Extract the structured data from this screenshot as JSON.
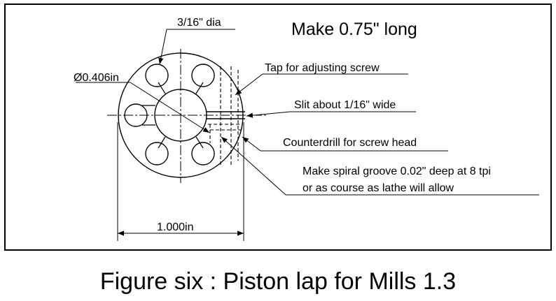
{
  "drawing": {
    "header_note": "Make 0.75\" long",
    "hole_diameter_label": "3/16\" dia",
    "bore_diameter_label": "Ø0.406in",
    "outer_diameter_label": "1.000in",
    "annotations": [
      "Tap for adjusting screw",
      "Slit about 1/16\" wide",
      "Counterdrill for screw head",
      "Make spiral groove 0.02\" deep at 8 tpi",
      "or as course as lathe will allow"
    ]
  },
  "caption": "Figure six : Piston lap for Mills 1.3"
}
